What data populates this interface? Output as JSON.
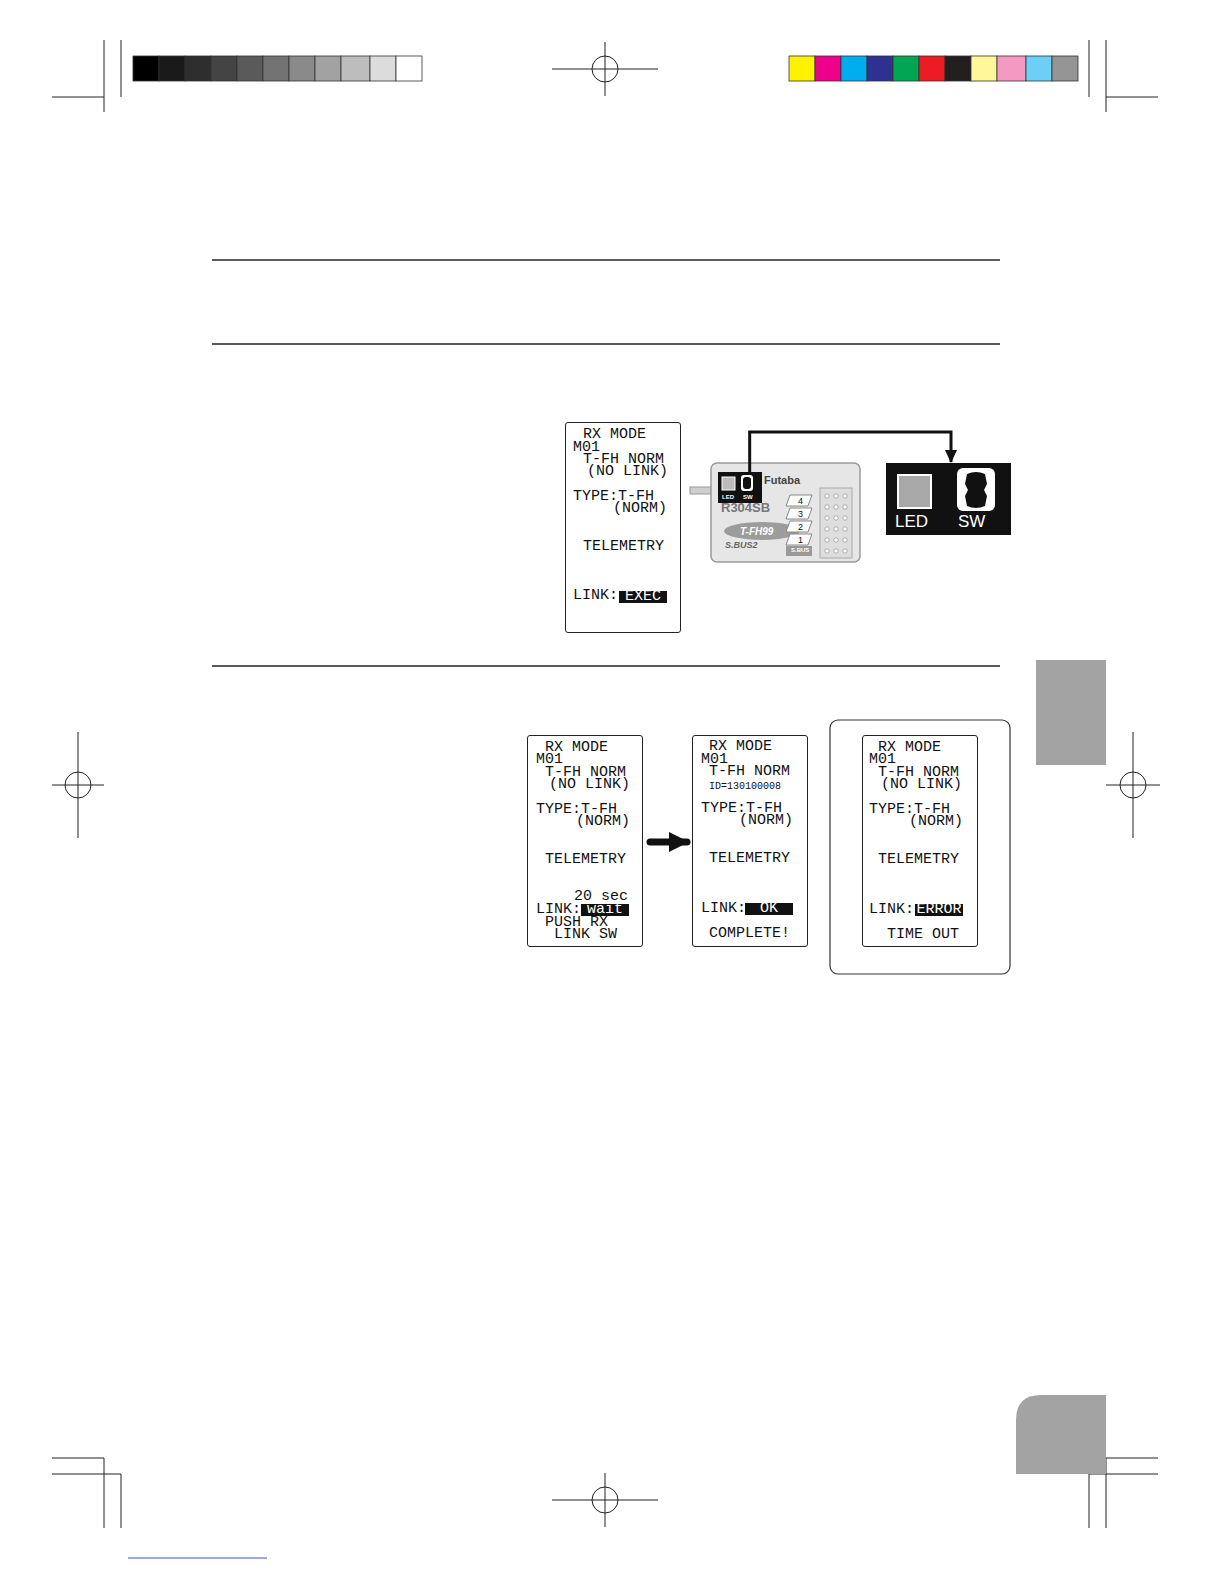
{
  "diagram": {
    "nodes": [
      {
        "text": [
          "RX MODE",
          "M01",
          "T-FH NORM",
          "(NO LINK)",
          "TYPE:T-FH",
          "(NORM)",
          "TELEMETRY",
          "LINK:",
          "EXEC"
        ]
      },
      {
        "text": [
          "Futaba",
          "R304SB",
          "T-FH99",
          "4",
          "3",
          "2",
          "1",
          "S.BUS",
          "S.BUS2"
        ]
      },
      {
        "text": [
          "LED",
          "SW"
        ],
        "in": 1
      },
      {
        "text": [
          "LED",
          "SW"
        ]
      },
      {
        "text": [
          "RX MODE",
          "M01",
          "T-FH NORM",
          "(NO LINK)",
          "TYPE:T-FH",
          "(NORM)",
          "TELEMETRY",
          "20 sec",
          "LINK:",
          "wait",
          "PUSH RX",
          "LINK SW"
        ]
      },
      {
        "text": [
          "RX MODE",
          "M01",
          "T-FH NORM",
          "ID=130100008",
          "TYPE:T-FH",
          "(NORM)",
          "TELEMETRY",
          "LINK:",
          "OK",
          "COMPLETE!"
        ]
      },
      {
        "text": [
          "RX MODE",
          "M01",
          "T-FH NORM",
          "(NO LINK)",
          "TYPE:T-FH",
          "(NORM)",
          "TELEMETRY",
          "LINK:",
          "ERROR",
          "TIME OUT"
        ]
      }
    ],
    "edges": [
      {
        "from": 2,
        "to": 3,
        "arrow": "to"
      },
      {
        "from": 4,
        "to": 5,
        "arrow": "to"
      }
    ]
  }
}
